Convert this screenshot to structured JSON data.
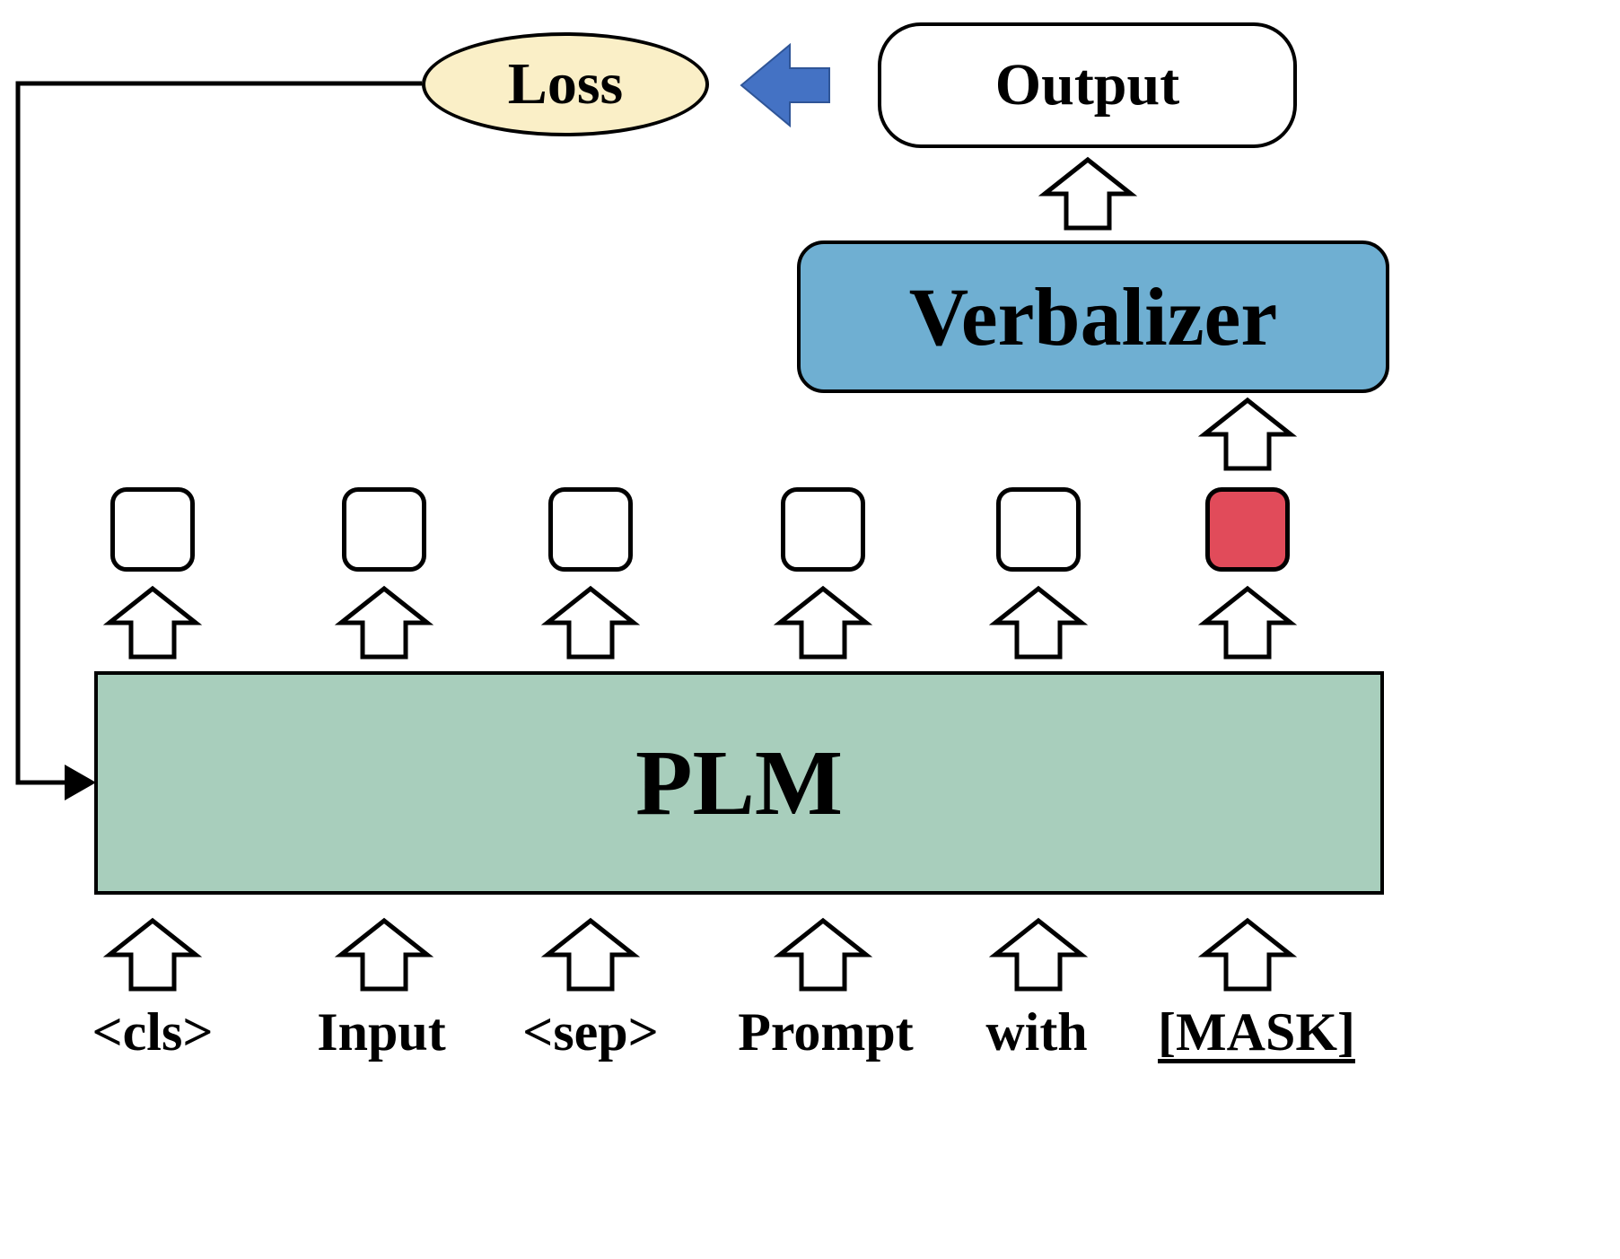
{
  "diagram": {
    "loss_label": "Loss",
    "output_label": "Output",
    "verbalizer_label": "Verbalizer",
    "plm_label": "PLM",
    "tokens": [
      {
        "label": "<cls>"
      },
      {
        "label": "Input"
      },
      {
        "label": "<sep>"
      },
      {
        "label": "Prompt"
      },
      {
        "label": "with"
      },
      {
        "label": "[MASK]",
        "underline": true,
        "masked_output": true
      }
    ],
    "colors": {
      "loss_fill": "#FAEFC7",
      "output_fill": "#FFFFFF",
      "verbalizer_fill": "#6FAFD2",
      "plm_fill": "#A8CEBC",
      "mask_output_fill": "#E14B5A",
      "feedback_arrow": "#000000",
      "loss_feed_arrow_blue": "#4472C4"
    }
  }
}
